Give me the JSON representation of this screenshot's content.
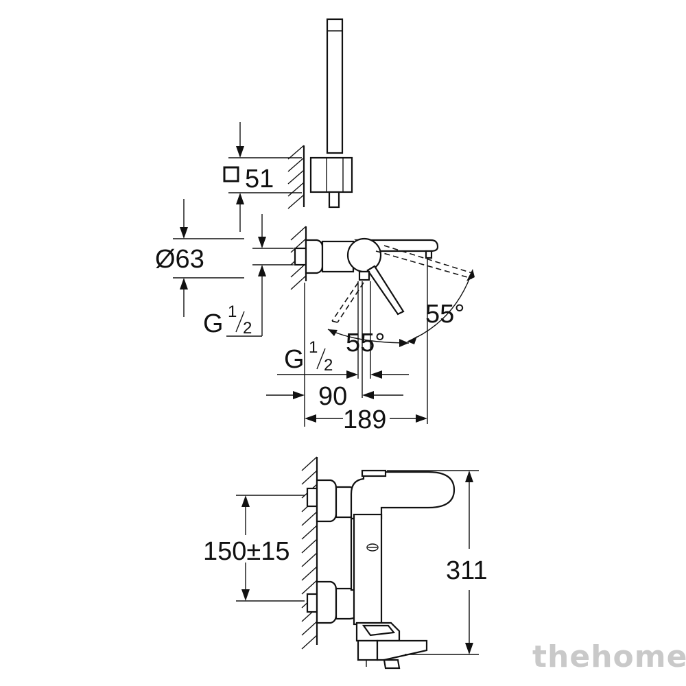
{
  "dimensions": {
    "holder_square": "51",
    "diameter": "Ø63",
    "g_main": "G",
    "g_sup": "1",
    "g_sub": "2",
    "angle_right": "55°",
    "angle_left": "55°",
    "g2_main": "G",
    "g2_sup": "1",
    "g2_sub": "2",
    "d90": "90",
    "d189": "189",
    "spacing": "150±15",
    "height": "311"
  },
  "watermark": {
    "text": "thehome"
  },
  "colors": {
    "line": "#111111",
    "watermark": "#c9c9c9",
    "background": "#ffffff"
  }
}
